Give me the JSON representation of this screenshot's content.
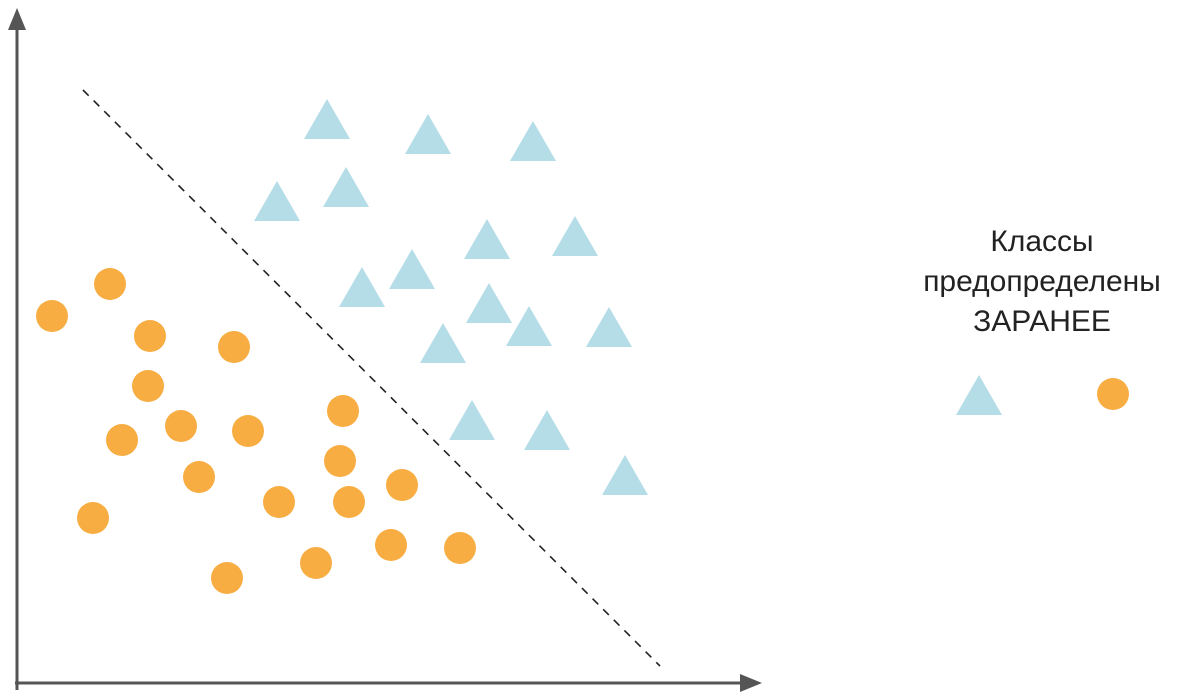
{
  "legend": {
    "caption_lines": [
      "Классы",
      "предопределены",
      "ЗАРАНЕЕ"
    ],
    "class_a_icon": "triangle-icon",
    "class_b_icon": "circle-icon"
  },
  "colors": {
    "triangle": "#b5dde8",
    "circle": "#f8ad42",
    "axis": "#555555",
    "separator": "#222222"
  }
}
